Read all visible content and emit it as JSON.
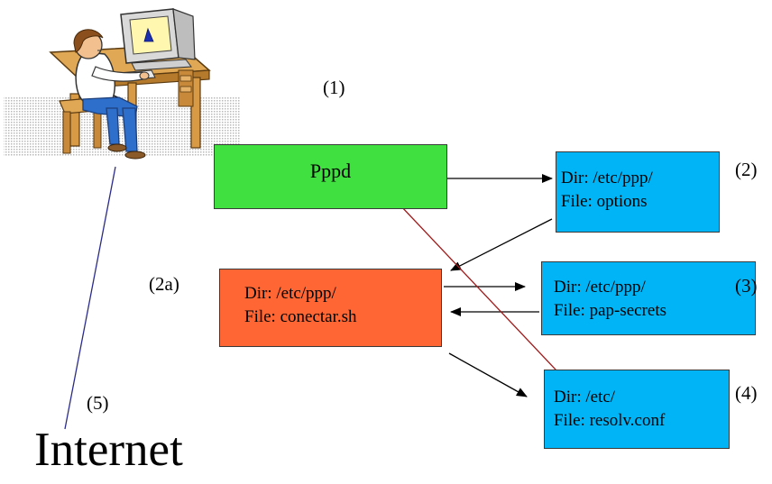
{
  "nodes": {
    "pppd": {
      "label": "Pppd"
    },
    "options": {
      "dir": "Dir: /etc/ppp/",
      "file": "File: options"
    },
    "conectar": {
      "dir": "Dir: /etc/ppp/",
      "file": "File: conectar.sh"
    },
    "pap_secrets": {
      "dir": "Dir: /etc/ppp/",
      "file": "File: pap-secrets"
    },
    "resolv": {
      "dir": "Dir: /etc/",
      "file": "File: resolv.conf"
    }
  },
  "step_labels": {
    "one": "(1)",
    "two": "(2)",
    "two_a": "(2a)",
    "three": "(3)",
    "four": "(4)",
    "five": "(5)"
  },
  "internet_label": "Internet",
  "illustration": {
    "icon": "user-at-computer-desk-icon"
  },
  "colors": {
    "pppd_box": "#3fe03f",
    "conectar_box": "#ff6633",
    "file_box": "#00b4f5",
    "arrow_black": "#000000",
    "arrow_red": "#a01818",
    "internet_line": "#2b2b8a"
  }
}
